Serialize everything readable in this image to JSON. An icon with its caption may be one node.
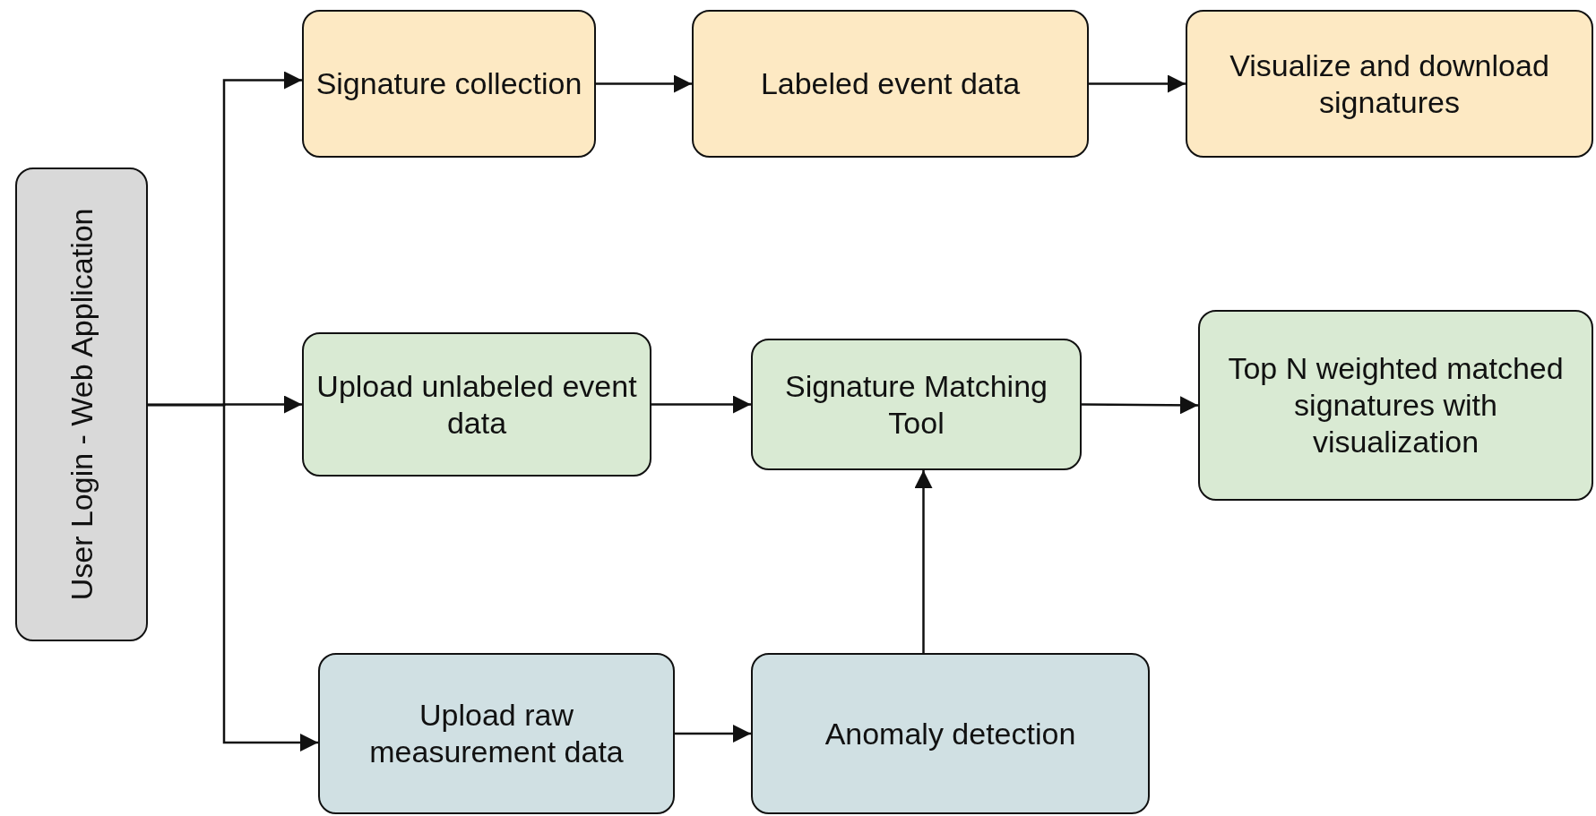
{
  "diagram": {
    "nodes": [
      {
        "text": [
          "User Login - Web Application"
        ]
      },
      {
        "text": [
          "Signature collection"
        ]
      },
      {
        "text": [
          "Labeled event data"
        ]
      },
      {
        "text": [
          "Visualize and download signatures"
        ]
      },
      {
        "text": [
          "Upload unlabeled event data"
        ]
      },
      {
        "text": [
          "Signature Matching Tool"
        ]
      },
      {
        "text": [
          "Top N weighted matched signatures with visualization"
        ]
      },
      {
        "text": [
          "Upload raw measurement data"
        ]
      },
      {
        "text": [
          "Anomaly detection"
        ]
      }
    ],
    "edges": [
      {
        "from": 0,
        "to": 1,
        "arrow": "to"
      },
      {
        "from": 0,
        "to": 4,
        "arrow": "to"
      },
      {
        "from": 0,
        "to": 7,
        "arrow": "to"
      },
      {
        "from": 1,
        "to": 2,
        "arrow": "to"
      },
      {
        "from": 2,
        "to": 3,
        "arrow": "to"
      },
      {
        "from": 4,
        "to": 5,
        "arrow": "to"
      },
      {
        "from": 5,
        "to": 6,
        "arrow": "to"
      },
      {
        "from": 7,
        "to": 8,
        "arrow": "to"
      },
      {
        "from": 8,
        "to": 5,
        "arrow": "to"
      }
    ]
  }
}
